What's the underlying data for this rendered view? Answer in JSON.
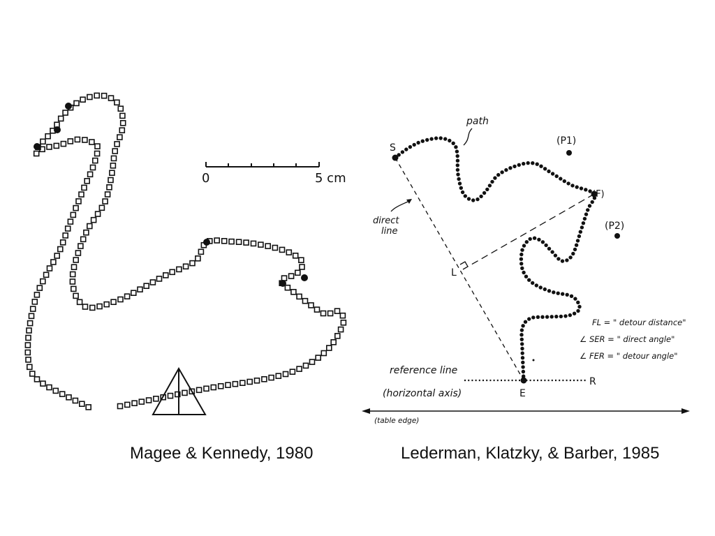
{
  "left_figure": {
    "scale_start": "0",
    "scale_end": "5 cm",
    "caption": "Magee & Kennedy, 1980"
  },
  "right_figure": {
    "point_s": "S",
    "point_f": "(F)",
    "point_l": "L",
    "point_e": "E",
    "point_r": "R",
    "point_p1": "(P1)",
    "point_p2": "(P2)",
    "path_label": "path",
    "direct_line_label_1": "direct",
    "direct_line_label_2": "line",
    "reference_line_label": "reference line",
    "horizontal_axis_label": "(horizontal axis)",
    "table_edge_label": "(table edge)",
    "legend": [
      "FL = \" detour distance\"",
      "∠ SER = \" direct angle\"",
      "∠ FER = \" detour angle\""
    ],
    "caption": "Lederman, Klatzky, & Barber, 1985"
  }
}
